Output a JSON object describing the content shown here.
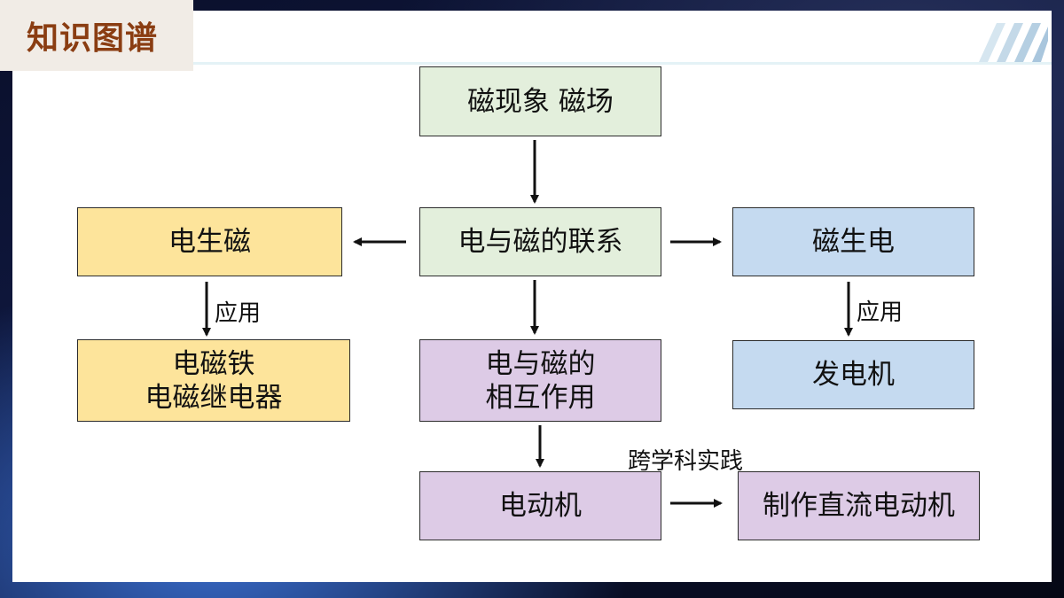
{
  "header": {
    "title": "知识图谱"
  },
  "nodes": {
    "magnetism": "磁现象 磁场",
    "relation": "电与磁的联系",
    "elec_to_mag": "电生磁",
    "mag_to_elec": "磁生电",
    "electromagnet_line1": "电磁铁",
    "electromagnet_line2": "电磁继电器",
    "interaction_line1": "电与磁的",
    "interaction_line2": "相互作用",
    "generator": "发电机",
    "motor": "电动机",
    "dc_motor": "制作直流电动机"
  },
  "labels": {
    "application_left": "应用",
    "application_right": "应用",
    "cross_discipline": "跨学科实践"
  },
  "colors": {
    "title": "#8a3d12",
    "green": "#e3efdc",
    "yellow": "#fde49b",
    "blue": "#c5daf0",
    "purple": "#ddcbe6"
  }
}
